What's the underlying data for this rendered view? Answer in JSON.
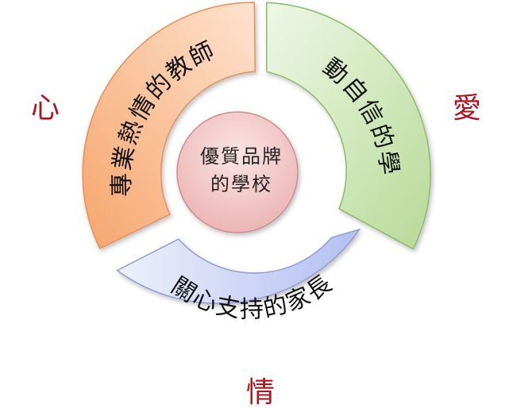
{
  "diagram": {
    "center": {
      "line1": "優質品牌",
      "line2": "的學校"
    },
    "segments": {
      "teachers": "專業熱情的教師",
      "students": "主動自信的學生",
      "parents": "關心支持的家長"
    },
    "side_chars": {
      "left": "心",
      "right": "愛",
      "bottom": "情"
    },
    "colors": {
      "teachers_fill": "#f9b98a",
      "teachers_stroke": "#e8905a",
      "students_fill": "#c8e4b0",
      "students_stroke": "#8cbb6e",
      "parents_fill": "#c6cff2",
      "parents_stroke": "#8e9ed8",
      "center_fill": "#f2c4c4",
      "center_stroke": "#cc8d8d",
      "side_text": "#b0121b"
    }
  }
}
